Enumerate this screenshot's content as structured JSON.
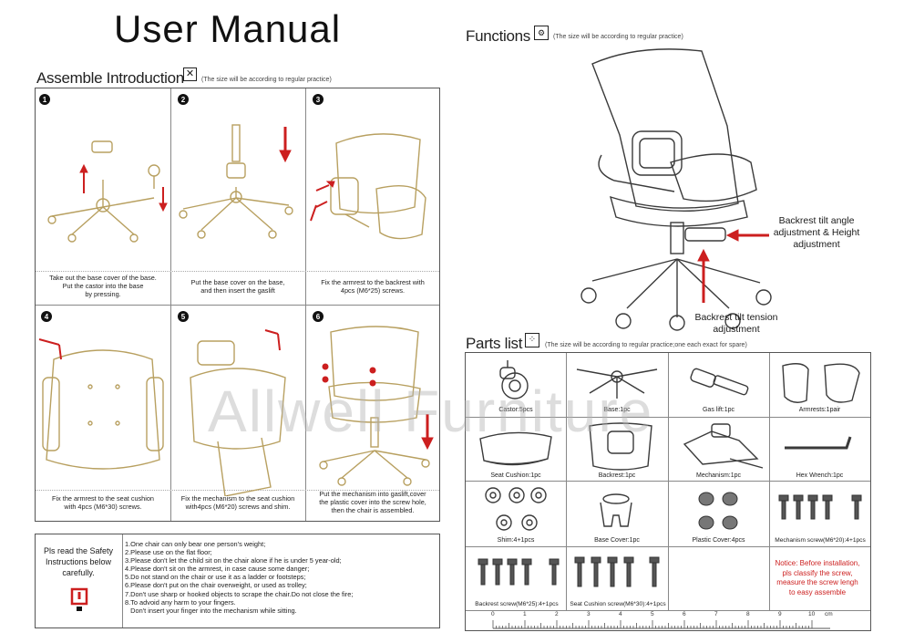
{
  "title": "User Manual",
  "assemble": {
    "heading": "Assemble Introduction",
    "note": "(The size will be according to regular practice)",
    "steps": [
      {
        "num": "1",
        "caption": "Take out the base cover of the base.\nPut the castor into the base\nby pressing."
      },
      {
        "num": "2",
        "caption": "Put the base cover on the base,\nand then insert the gaslift"
      },
      {
        "num": "3",
        "caption": "Fix the armrest to the backrest with\n4pcs (M6*25) screws."
      },
      {
        "num": "4",
        "caption": "Fix the armrest to the seat cushion\nwith 4pcs (M6*30) screws."
      },
      {
        "num": "5",
        "caption": "Fix the mechanism to the seat cushion\nwith4pcs (M6*20) screws and shim."
      },
      {
        "num": "6",
        "caption": "Put the mechanism into gaslift,cover\nthe plastic cover into the screw hole,\nthen the chair is assembled."
      }
    ]
  },
  "safety": {
    "heading": "Pls read the Safety\nInstructions below\ncarefully.",
    "items": [
      "1.One chair can only  bear one person's weight;",
      "2.Please use on the flat floor;",
      "3.Please don't let the child sit on the chair alone if he is under 5 year-old;",
      "4.Please don't sit on the armrest, in case cause some danger;",
      "5.Do not stand on the chair or use it as a ladder or footsteps;",
      "6.Please don't put on the chair overweight, or used as trolley;",
      "7.Don't use sharp or hooked objects to scrape the chair.Do not close the fire;",
      "8.To advoid any harm to your fingers.",
      "   Don't insert your finger into the mechanism while sitting."
    ]
  },
  "functions": {
    "heading": "Functions",
    "note": "(The size will be according to regular practice)",
    "labels": {
      "tilt_angle": "Backrest tilt angle\nadjustment & Height\nadjustment",
      "tilt_tension": "Backrest tilt tension\nadjustment"
    }
  },
  "parts": {
    "heading": "Parts list",
    "note": "(The size will be according to regular practice;one each exact for spare)",
    "items": [
      {
        "label": "Castor:5pcs"
      },
      {
        "label": "Base:1pc"
      },
      {
        "label": "Gas lift:1pc"
      },
      {
        "label": "Armrests:1pair"
      },
      {
        "label": "Seat  Cushion:1pc"
      },
      {
        "label": "Backrest:1pc"
      },
      {
        "label": "Mechanism:1pc"
      },
      {
        "label": "Hex Wrench:1pc"
      },
      {
        "label": "Shim:4+1pcs"
      },
      {
        "label": "Base Cover:1pc"
      },
      {
        "label": "Plastic Cover:4pcs"
      },
      {
        "label": "Mechanism screw(M6*20):4+1pcs"
      },
      {
        "label": "Backrest screw(M6*25):4+1pcs"
      },
      {
        "label": "Seat Cushion screw(M6*30):4+1pcs"
      }
    ],
    "notice": "Notice: Before installation,\npls classify the screw,\nmeasure the screw lengh\nto easy assemble"
  },
  "ruler": {
    "numbers": [
      "0",
      "1",
      "2",
      "3",
      "4",
      "5",
      "6",
      "7",
      "8",
      "9",
      "10"
    ],
    "unit": "cm"
  },
  "watermark": "Allwell Furniture",
  "colors": {
    "accent_red": "#cc1f1f",
    "sketch_gold": "#b8a060",
    "ink": "#3a3a3a"
  }
}
